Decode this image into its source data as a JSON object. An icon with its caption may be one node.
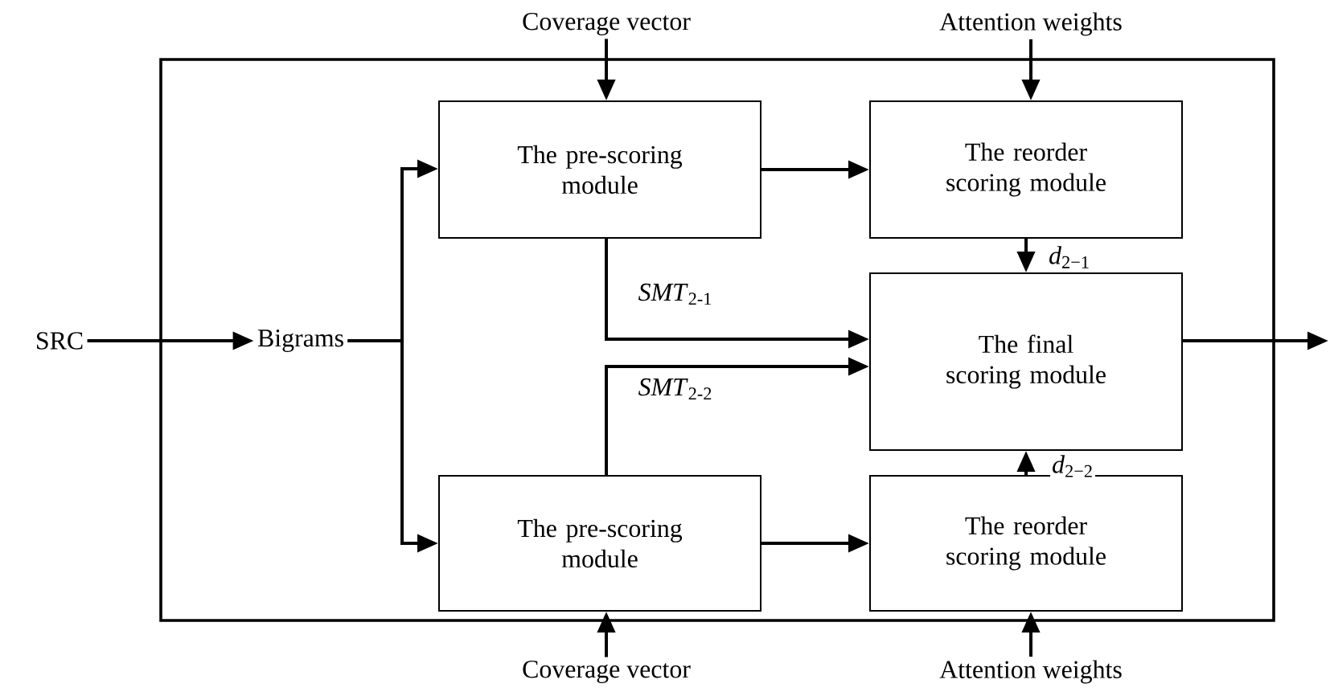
{
  "diagram": {
    "nodes": [
      {
        "text": [],
        "shape": "box"
      },
      {
        "text": [
          "Coverage vector"
        ]
      },
      {
        "text": [
          "Attention weights"
        ]
      },
      {
        "text": [
          "SRC"
        ]
      },
      {
        "text": [
          "Bigrams"
        ],
        "in": 0
      },
      {
        "text": [
          "The pre-scoring module"
        ],
        "in": 0
      },
      {
        "text": [
          "The reorder scoring module"
        ],
        "in": 0
      },
      {
        "text": [
          "The final scoring module"
        ],
        "in": 0
      },
      {
        "text": [
          "The pre-scoring module"
        ],
        "in": 0
      },
      {
        "text": [
          "The reorder scoring module"
        ],
        "in": 0
      },
      {
        "text": [
          "Coverage vector"
        ]
      },
      {
        "text": [
          "Attention weights"
        ]
      }
    ],
    "edges": [
      {
        "from": 1,
        "to": 5,
        "arrow": "to"
      },
      {
        "from": 2,
        "to": 6,
        "arrow": "to"
      },
      {
        "from": 3,
        "to": 4,
        "arrow": "to"
      },
      {
        "from": 4,
        "to": 5,
        "arrow": "to"
      },
      {
        "from": 4,
        "to": 8,
        "arrow": "to"
      },
      {
        "from": 5,
        "to": 6,
        "arrow": "to"
      },
      {
        "from": 8,
        "to": 9,
        "arrow": "to"
      },
      {
        "from": 6,
        "to": 7,
        "arrow": "to",
        "label": "*d*$_{2−1}$"
      },
      {
        "from": 5,
        "to": 7,
        "arrow": "to",
        "label": "*SMT*$_{2-1}$"
      },
      {
        "from": 8,
        "to": 7,
        "arrow": "to",
        "label": "*SMT*$_{2-2}$"
      },
      {
        "from": 9,
        "to": 7,
        "arrow": "to",
        "label": "*d*$_{2−2}$"
      },
      {
        "from": 10,
        "to": 8,
        "arrow": "to"
      },
      {
        "from": 11,
        "to": 9,
        "arrow": "to"
      },
      {
        "from": 7,
        "to": null,
        "arrow": "to"
      }
    ]
  }
}
